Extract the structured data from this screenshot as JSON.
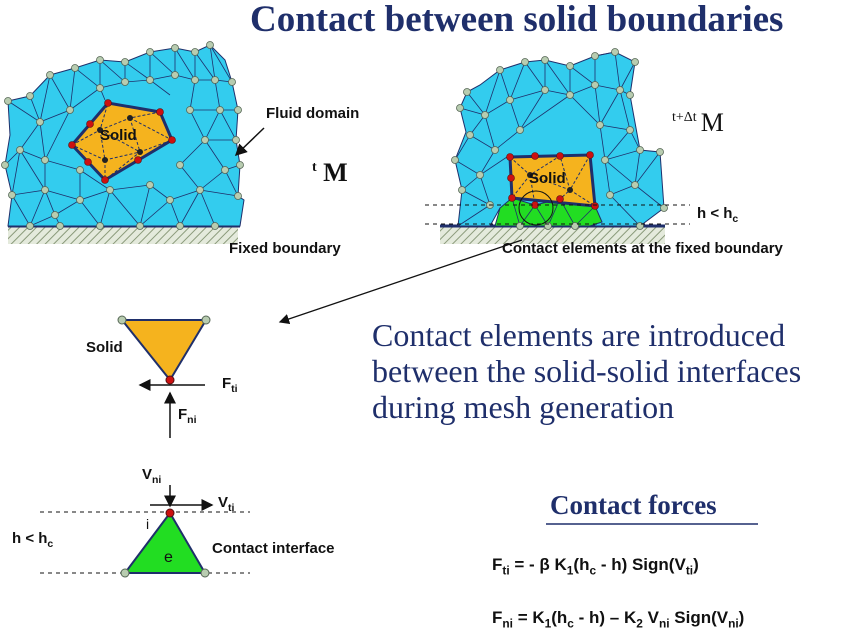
{
  "title": "Contact between solid boundaries",
  "left_panel": {
    "fluid_domain_label": "Fluid domain",
    "solid_label": "Solid",
    "fixed_boundary_label": "Fixed boundary",
    "mesh_sup": "t",
    "mesh_label": "M"
  },
  "right_panel": {
    "mesh_sup": "t+Δt",
    "mesh_label": "M",
    "solid_label": "Solid",
    "gap_h": "h < h",
    "gap_sub": "c",
    "contact_elements_label": "Contact elements at the fixed boundary"
  },
  "detail": {
    "solid_label": "Solid",
    "ft_base": "F",
    "ft_sub": "ti",
    "fn_base": "F",
    "fn_sub": "ni",
    "vn_base": "V",
    "vn_sub": "ni",
    "vt_base": "V",
    "vt_sub": "ti",
    "node_i": "i",
    "element_e": "e",
    "gap_h": "h < h",
    "gap_sub": "c",
    "contact_interface_label": "Contact interface"
  },
  "description": {
    "line1": "Contact elements are introduced",
    "line2": "between the solid-solid interfaces",
    "line3": "during mesh generation"
  },
  "forces": {
    "title": "Contact forces",
    "eq1": {
      "lhs": "F",
      "lhs_sub": "ti",
      "p1": " = - β K",
      "p1_sub": "1",
      "p2": "(h",
      "p2_sub": "c",
      "p3": " - h) Sign(V",
      "p3_sub": "ti",
      "p4": ")"
    },
    "eq2": {
      "lhs": "F",
      "lhs_sub": "ni",
      "p1": " = K",
      "p1_sub": "1",
      "p2": "(h",
      "p2_sub": "c",
      "p3": " - h) – K",
      "p3_sub": "2",
      "p4": " V",
      "p4_sub": "ni",
      "p5": " Sign(V",
      "p5_sub": "ni",
      "p6": ")"
    }
  },
  "colors": {
    "title": "#1f2f6b",
    "fluid": "#33ccee",
    "solid": "#f5b31e",
    "contact": "#22dd22",
    "node": "#b8ccb0",
    "solid_node": "#cc1111",
    "hatch": "#9aa88a"
  }
}
